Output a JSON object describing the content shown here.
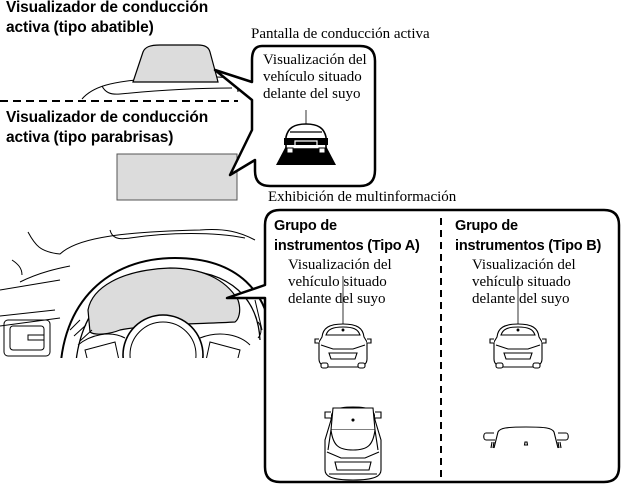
{
  "labels": {
    "hud_fold_type": [
      "Visualizador de conducción",
      "activa (tipo abatible)"
    ],
    "hud_windshield_type": [
      "Visualizador de conducción",
      "activa (tipo parabrisas)"
    ],
    "active_driving_display_caption": "Pantalla de conducción activa",
    "multi_info_caption": "Exhibición de multinformación"
  },
  "hud_bubble": {
    "text": "Visualización del\nvehículo situado\ndelante del suyo",
    "icon": "car-ahead-on-road-icon"
  },
  "instrument_panel": {
    "groups": [
      {
        "title": [
          "Grupo de",
          "instrumentos (Tipo A)"
        ],
        "text": "Visualización del\nvehículo situado\ndelante del suyo",
        "icons": [
          "car-rear-view-icon",
          "car-top-view-icon"
        ]
      },
      {
        "title": [
          "Grupo de",
          "instrumentos (Tipo B)"
        ],
        "text": "Visualización del\nvehículo situado\ndelante del suyo",
        "icons": [
          "car-rear-view-icon",
          "own-car-hood-icon"
        ]
      }
    ]
  },
  "colors": {
    "display_fill": "#dcdcdc",
    "line": "#000000"
  }
}
